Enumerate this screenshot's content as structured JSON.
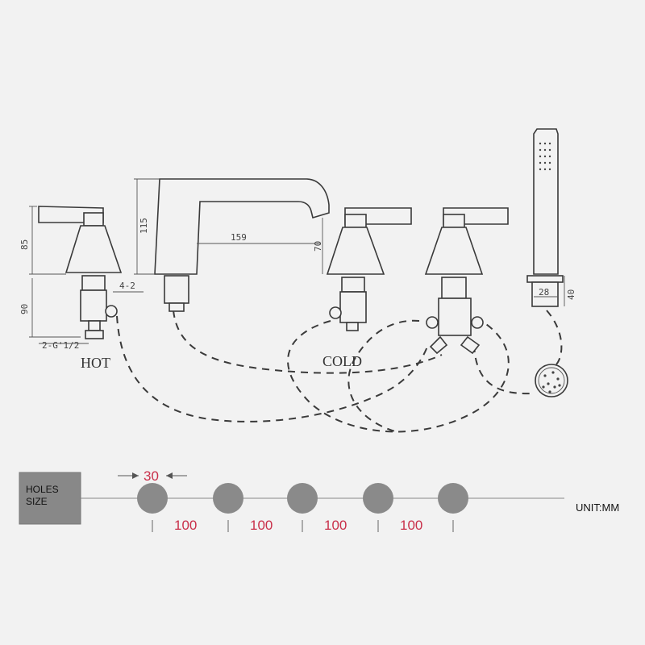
{
  "labels": {
    "hot": "HOT",
    "cold": "COLD",
    "unit": "UNIT:MM"
  },
  "legend": {
    "line1": "HOLES",
    "line2": "SIZE"
  },
  "dimensions": {
    "handle_height": "85",
    "valve_height": "90",
    "thread": "2-G'1/2",
    "thread_small": "4-2",
    "spout_height": "115",
    "spout_reach": "159",
    "spout_outlet_height": "70",
    "shower_width": "28",
    "shower_height": "40"
  },
  "holes": {
    "diameter": "30",
    "spacings": [
      "100",
      "100",
      "100",
      "100"
    ],
    "count": 5
  },
  "colors": {
    "line": "#3a3a3a",
    "hole": "#8a8a8a",
    "accent": "#c9304a",
    "legend_box": "#888888"
  }
}
